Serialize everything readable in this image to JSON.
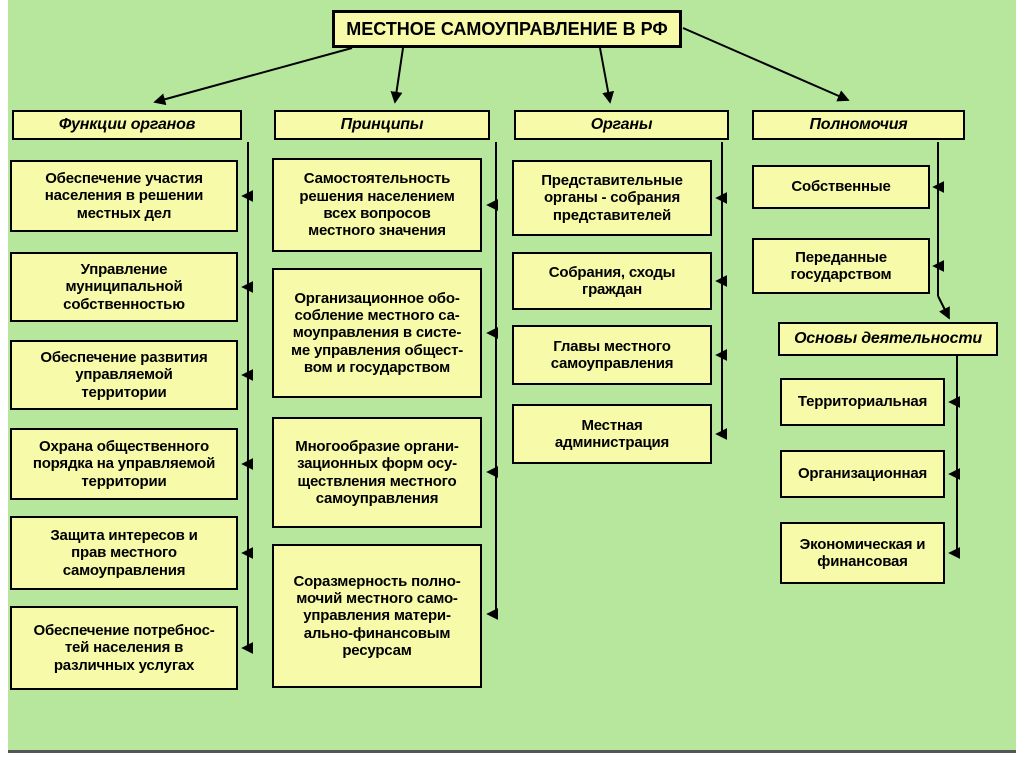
{
  "title": "МЕСТНОЕ САМОУПРАВЛЕНИЕ В РФ",
  "columns": [
    {
      "header": "Функции органов",
      "items": [
        "Обеспечение участия\nнаселения в решении\nместных дел",
        "Управление\nмуниципальной\nсобственностью",
        "Обеспечение развития\nуправляемой\nтерритории",
        "Охрана общественного\nпорядка на управляемой\nтерритории",
        "Защита интересов и\nправ местного\nсамоуправления",
        "Обеспечение потребнос-\nтей населения в\nразличных услугах"
      ]
    },
    {
      "header": "Принципы",
      "items": [
        "Самостоятельность\nрешения населением\nвсех вопросов\nместного значения",
        "Организационное обо-\nсобление местного са-\nмоуправления в систе-\nме управления общест-\nвом и государством",
        "Многообразие органи-\nзационных форм осу-\nществления местного\nсамоуправления",
        "Соразмерность полно-\nмочий местного само-\nуправления матери-\nально-финансовым\nресурсам"
      ]
    },
    {
      "header": "Органы",
      "items": [
        "Представительные\nорганы - собрания\nпредставителей",
        "Собрания, сходы\nграждан",
        "Главы местного\nсамоуправления",
        "Местная\nадминистрация"
      ]
    },
    {
      "header": "Полномочия",
      "items": [
        "Собственные",
        "Переданные\nгосударством"
      ]
    }
  ],
  "basics": {
    "header": "Основы деятельности",
    "items": [
      "Территориальная",
      "Организационная",
      "Экономическая и\nфинансовая"
    ]
  },
  "colors": {
    "background": "#b7e69d",
    "box_fill": "#f7faa8",
    "box_border": "#000000",
    "text": "#000000"
  }
}
